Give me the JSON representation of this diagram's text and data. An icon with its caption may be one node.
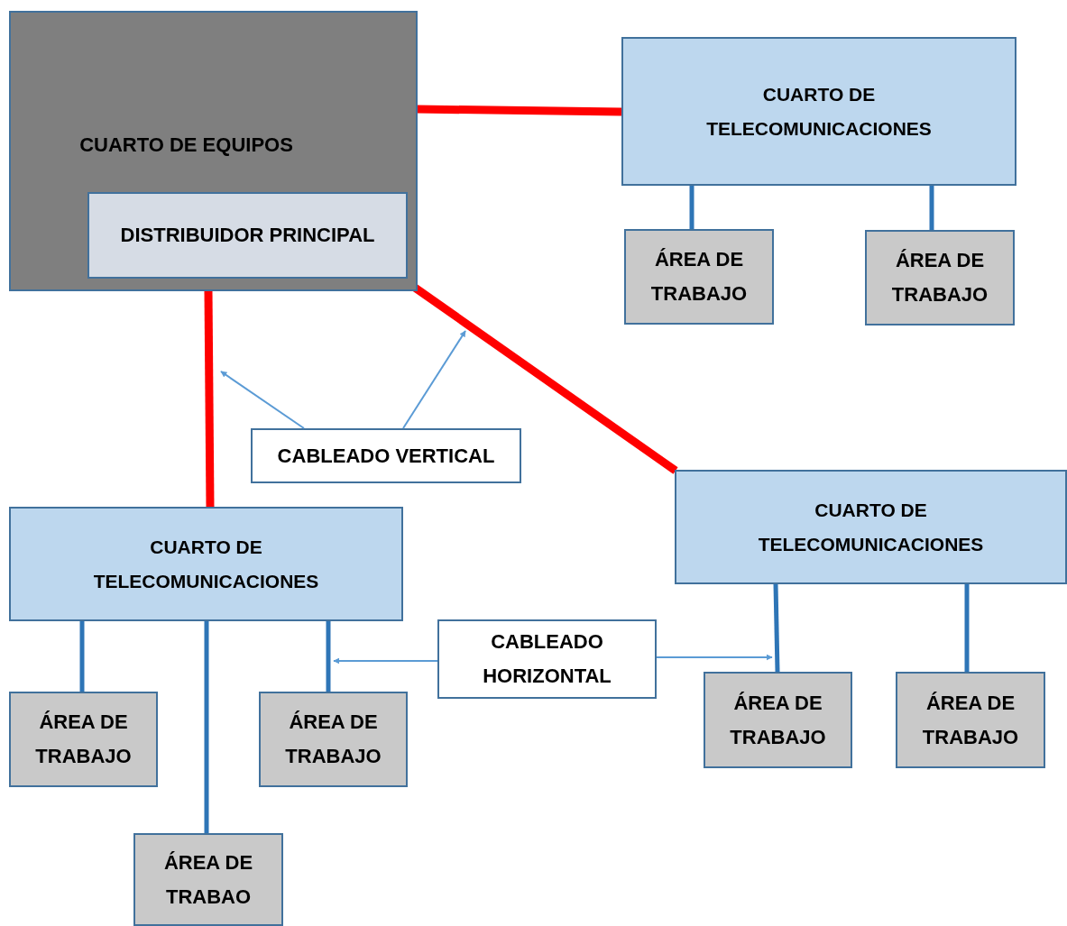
{
  "diagram": {
    "nodes": [
      {
        "text": [
          "CUARTO DE EQUIPOS"
        ]
      },
      {
        "text": [
          "DISTRIBUIDOR PRINCIPAL"
        ],
        "in": 0
      },
      {
        "text": [
          "CUARTO DE TELECOMUNICACIONES"
        ]
      },
      {
        "text": [
          "ÁREA DE TRABAJO"
        ]
      },
      {
        "text": [
          "ÁREA DE TRABAJO"
        ]
      },
      {
        "text": [
          "CABLEADO VERTICAL"
        ]
      },
      {
        "text": [
          "CUARTO DE TELECOMUNICACIONES"
        ]
      },
      {
        "text": [
          "CUARTO DE TELECOMUNICACIONES"
        ]
      },
      {
        "text": [
          "CABLEADO HORIZONTAL"
        ]
      },
      {
        "text": [
          "ÁREA DE TRABAJO"
        ]
      },
      {
        "text": [
          "ÁREA DE TRABAJO"
        ]
      },
      {
        "text": [
          "ÁREA DE TRABAJO"
        ]
      },
      {
        "text": [
          "ÁREA DE TRABAJO"
        ]
      },
      {
        "text": [
          "ÁREA DE TRABAO"
        ]
      }
    ],
    "edges": [
      {
        "from": 0,
        "to": 2,
        "arrow": "none",
        "style": "thick",
        "color": "#ff0000"
      },
      {
        "from": 0,
        "to": 6,
        "arrow": "none",
        "style": "thick",
        "color": "#ff0000"
      },
      {
        "from": 0,
        "to": 7,
        "arrow": "none",
        "style": "thick",
        "color": "#ff0000"
      },
      {
        "from": 2,
        "to": 3,
        "arrow": "none"
      },
      {
        "from": 2,
        "to": 4,
        "arrow": "none"
      },
      {
        "from": 6,
        "to": 9,
        "arrow": "none"
      },
      {
        "from": 6,
        "to": 13,
        "arrow": "none"
      },
      {
        "from": 6,
        "to": 10,
        "arrow": "none"
      },
      {
        "from": 7,
        "to": 11,
        "arrow": "none"
      },
      {
        "from": 7,
        "to": 12,
        "arrow": "none"
      },
      {
        "from": 5,
        "to": null,
        "arrow": "to",
        "color": "#5b9bd5"
      },
      {
        "from": 5,
        "to": null,
        "arrow": "to",
        "color": "#5b9bd5"
      },
      {
        "from": 8,
        "to": null,
        "arrow": "to",
        "color": "#5b9bd5"
      },
      {
        "from": 8,
        "to": 11,
        "arrow": "to",
        "color": "#5b9bd5"
      }
    ]
  }
}
